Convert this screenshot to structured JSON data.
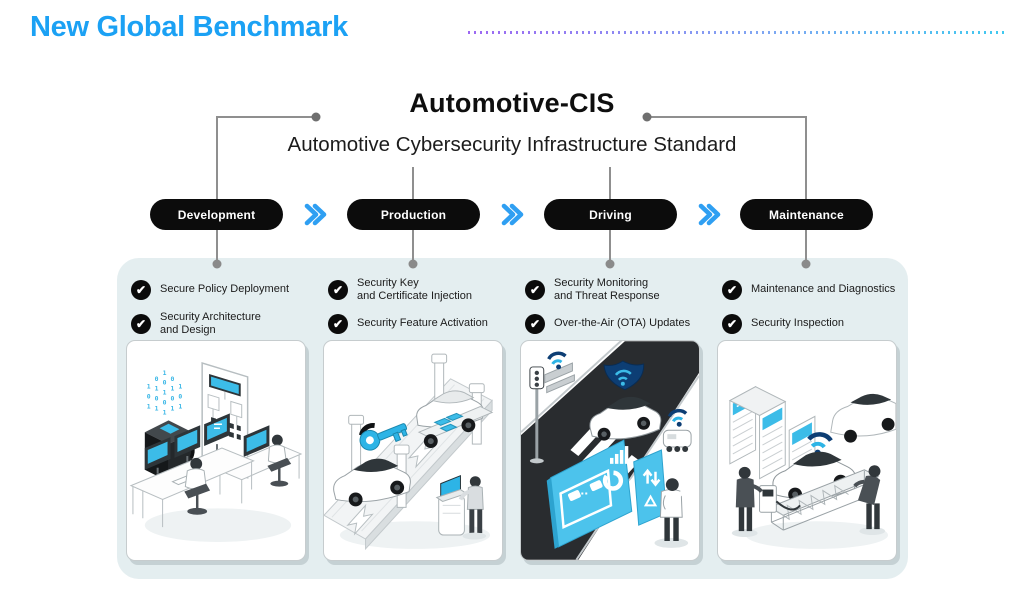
{
  "page": {
    "title": "New Global Benchmark"
  },
  "diagram": {
    "title": "Automotive-CIS",
    "subtitle": "Automotive Cybersecurity Infrastructure Standard"
  },
  "icons": {
    "check_glyph": "✔"
  },
  "colors": {
    "accent_blue": "#1ba1f4",
    "chevron_blue": "#2f9ff2",
    "divider_purple": "#9d68f2",
    "divider_cyan": "#3fc9f0",
    "pill_black": "#0c0c0c",
    "panel_bg": "#e4eef0",
    "connector_gray": "#8a8a8a",
    "illustration_cyan": "#3cbce8",
    "illustration_navy": "#0d3e74"
  },
  "stages": [
    {
      "label": "Development",
      "items": [
        "Secure Policy Deployment",
        "Security Architecture\nand Design"
      ],
      "illustration": "security-development-workspace"
    },
    {
      "label": "Production",
      "items": [
        "Security Key\nand Certificate Injection",
        "Security Feature Activation"
      ],
      "illustration": "factory-line-key-injection"
    },
    {
      "label": "Driving",
      "items": [
        "Security Monitoring\nand Threat Response",
        "Over-the-Air (OTA) Updates"
      ],
      "illustration": "connected-driving-monitoring"
    },
    {
      "label": "Maintenance",
      "items": [
        "Maintenance and Diagnostics",
        "Security Inspection"
      ],
      "illustration": "vehicle-maintenance-inspection"
    }
  ]
}
